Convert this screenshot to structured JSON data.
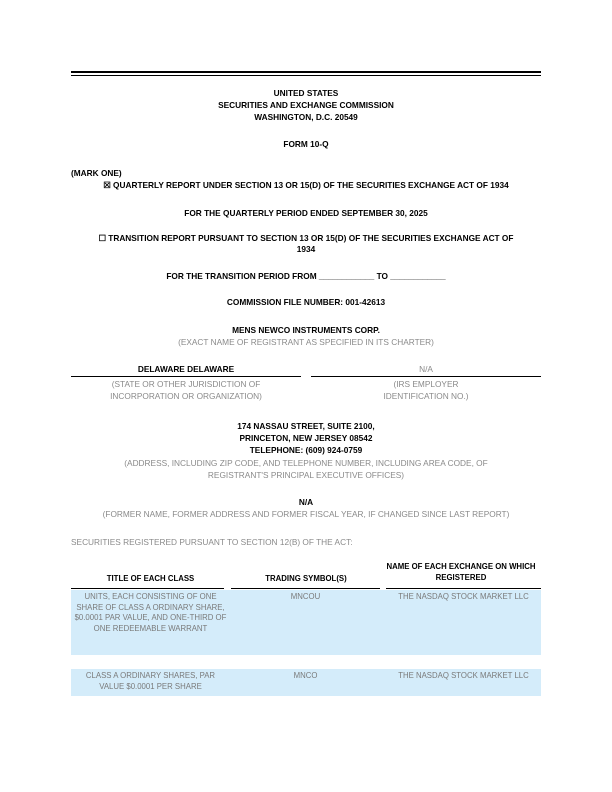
{
  "header": {
    "agency": "UNITED STATES",
    "commission": "SECURITIES AND EXCHANGE COMMISSION",
    "city": "WASHINGTON, D.C. 20549",
    "form": "FORM 10-Q"
  },
  "marks": {
    "mark_one": "(MARK ONE)",
    "quarterly_line": "☒ QUARTERLY REPORT UNDER SECTION 13 OR 15(D) OF THE SECURITIES EXCHANGE ACT OF 1934",
    "period_line": "FOR THE QUARTERLY PERIOD ENDED SEPTEMBER 30, 2025",
    "transition_line1": "☐ TRANSITION REPORT PURSUANT TO SECTION 13 OR 15(D) OF THE SECURITIES EXCHANGE ACT OF",
    "transition_line2": "1934",
    "transition_period": "FOR THE TRANSITION PERIOD FROM ____________ TO ____________",
    "file_number": "COMMISSION FILE NUMBER: 001-42613"
  },
  "registrant": {
    "name": "MENS NEWCO INSTRUMENTS CORP.",
    "name_caption": "(EXACT NAME OF REGISTRANT AS SPECIFIED IN ITS CHARTER)"
  },
  "jurisdiction": {
    "left_value": "DELAWARE DELAWARE",
    "left_caption_1": "(STATE OR OTHER JURISDICTION OF",
    "left_caption_2": "INCORPORATION OR ORGANIZATION)",
    "right_value": "N/A",
    "right_caption_1": "(IRS EMPLOYER",
    "right_caption_2": "IDENTIFICATION NO.)"
  },
  "address": {
    "line1": "174 NASSAU STREET, SUITE 2100,",
    "line2": "PRINCETON, NEW JERSEY 08542",
    "phone": "TELEPHONE: (609) 924-0759",
    "caption_1": "(ADDRESS, INCLUDING ZIP CODE, AND TELEPHONE NUMBER, INCLUDING AREA CODE, OF",
    "caption_2": "REGISTRANT'S PRINCIPAL EXECUTIVE OFFICES)"
  },
  "former": {
    "value": "N/A",
    "caption": "(FORMER NAME, FORMER ADDRESS AND FORMER FISCAL YEAR, IF CHANGED SINCE LAST REPORT)"
  },
  "securities": {
    "intro": "SECURITIES REGISTERED PURSUANT TO SECTION 12(B) OF THE ACT:",
    "columns": [
      "TITLE OF EACH CLASS",
      "TRADING SYMBOL(S)",
      "NAME OF EACH EXCHANGE ON WHICH REGISTERED"
    ],
    "rows": [
      {
        "title": "UNITS, EACH CONSISTING OF ONE SHARE OF CLASS A ORDINARY SHARE, $0.0001 PAR VALUE, AND ONE-THIRD OF ONE REDEEMABLE WARRANT",
        "symbol": "MNCOU",
        "exchange": "THE NASDAQ STOCK MARKET LLC"
      },
      {
        "title": "CLASS A ORDINARY SHARES, PAR VALUE $0.0001 PER SHARE",
        "symbol": "MNCO",
        "exchange": "THE NASDAQ STOCK MARKET LLC"
      }
    ]
  },
  "colors": {
    "row_highlight": "#d4ecfa",
    "caption_gray": "#8a8a8a"
  }
}
